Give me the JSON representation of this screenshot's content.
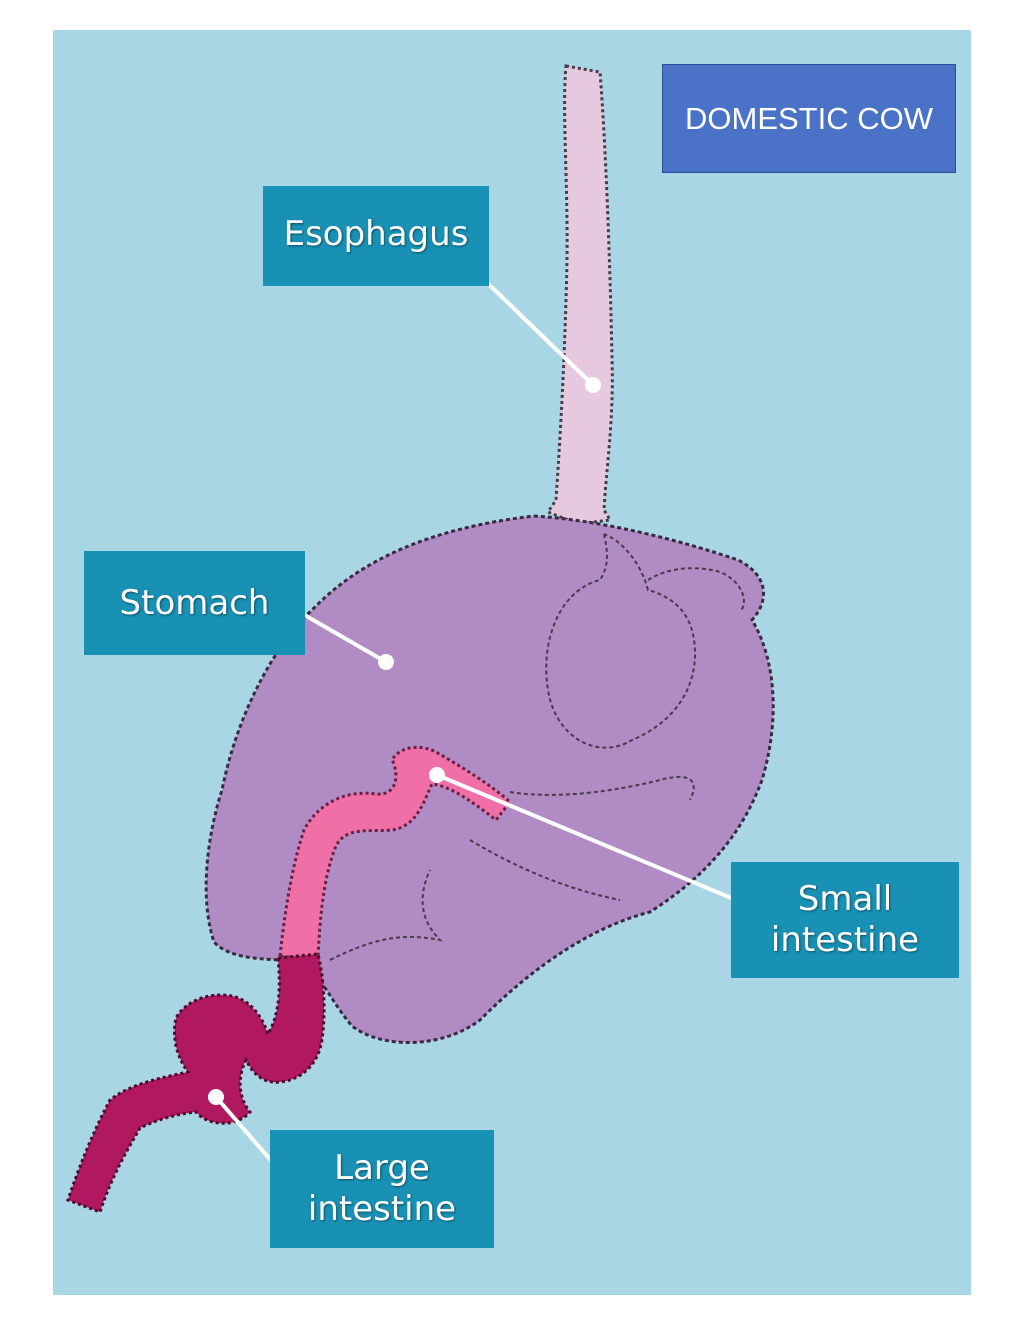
{
  "title": "DOMESTIC COW",
  "labels": {
    "esophagus": "Esophagus",
    "stomach": "Stomach",
    "small_intestine_line1": "Small",
    "small_intestine_line2": "intestine",
    "large_intestine_line1": "Large",
    "large_intestine_line2": "intestine"
  },
  "colors": {
    "background": "#a9d6e5",
    "label_fill": "#1991b4",
    "title_fill": "#4a73c8",
    "esophagus": "#e7c9df",
    "stomach": "#b08bc4",
    "small_intestine": "#ef6fa6",
    "large_intestine": "#b0195f"
  }
}
